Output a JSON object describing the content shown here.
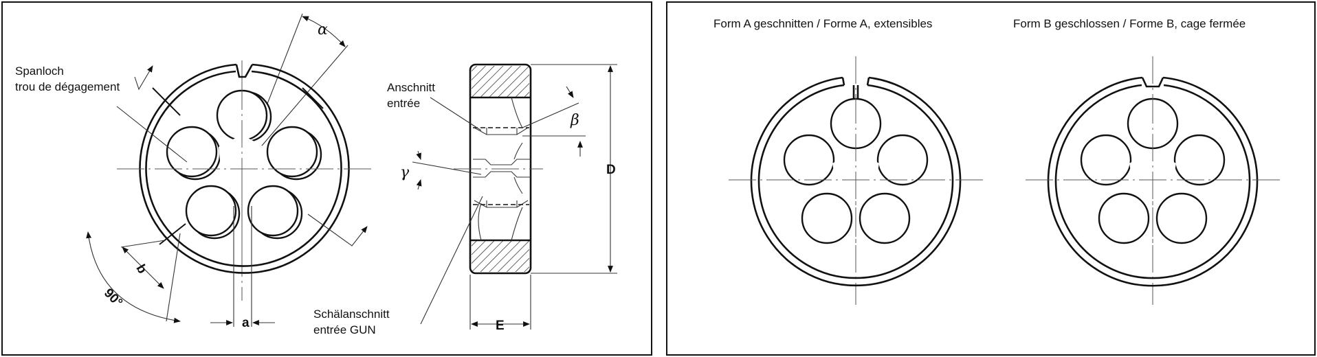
{
  "left_panel": {
    "labels": {
      "spanloch_line1": "Spanloch",
      "spanloch_line2": "trou de dégagement",
      "anschnitt_line1": "Anschnitt",
      "anschnitt_line2": "entrée",
      "schaelanschnitt_line1": "Schälanschnitt",
      "schaelanschnitt_line2": "entrée GUN"
    },
    "dimensions": {
      "alpha": "α",
      "beta": "β",
      "gamma": "γ",
      "a": "a",
      "b": "b",
      "angle_90": "90°",
      "D": "D",
      "E": "E"
    }
  },
  "right_panel": {
    "form_a_caption": "Form A geschnitten / Forme A, extensibles",
    "form_b_caption": "Form B geschlossen / Forme B, cage fermée"
  }
}
